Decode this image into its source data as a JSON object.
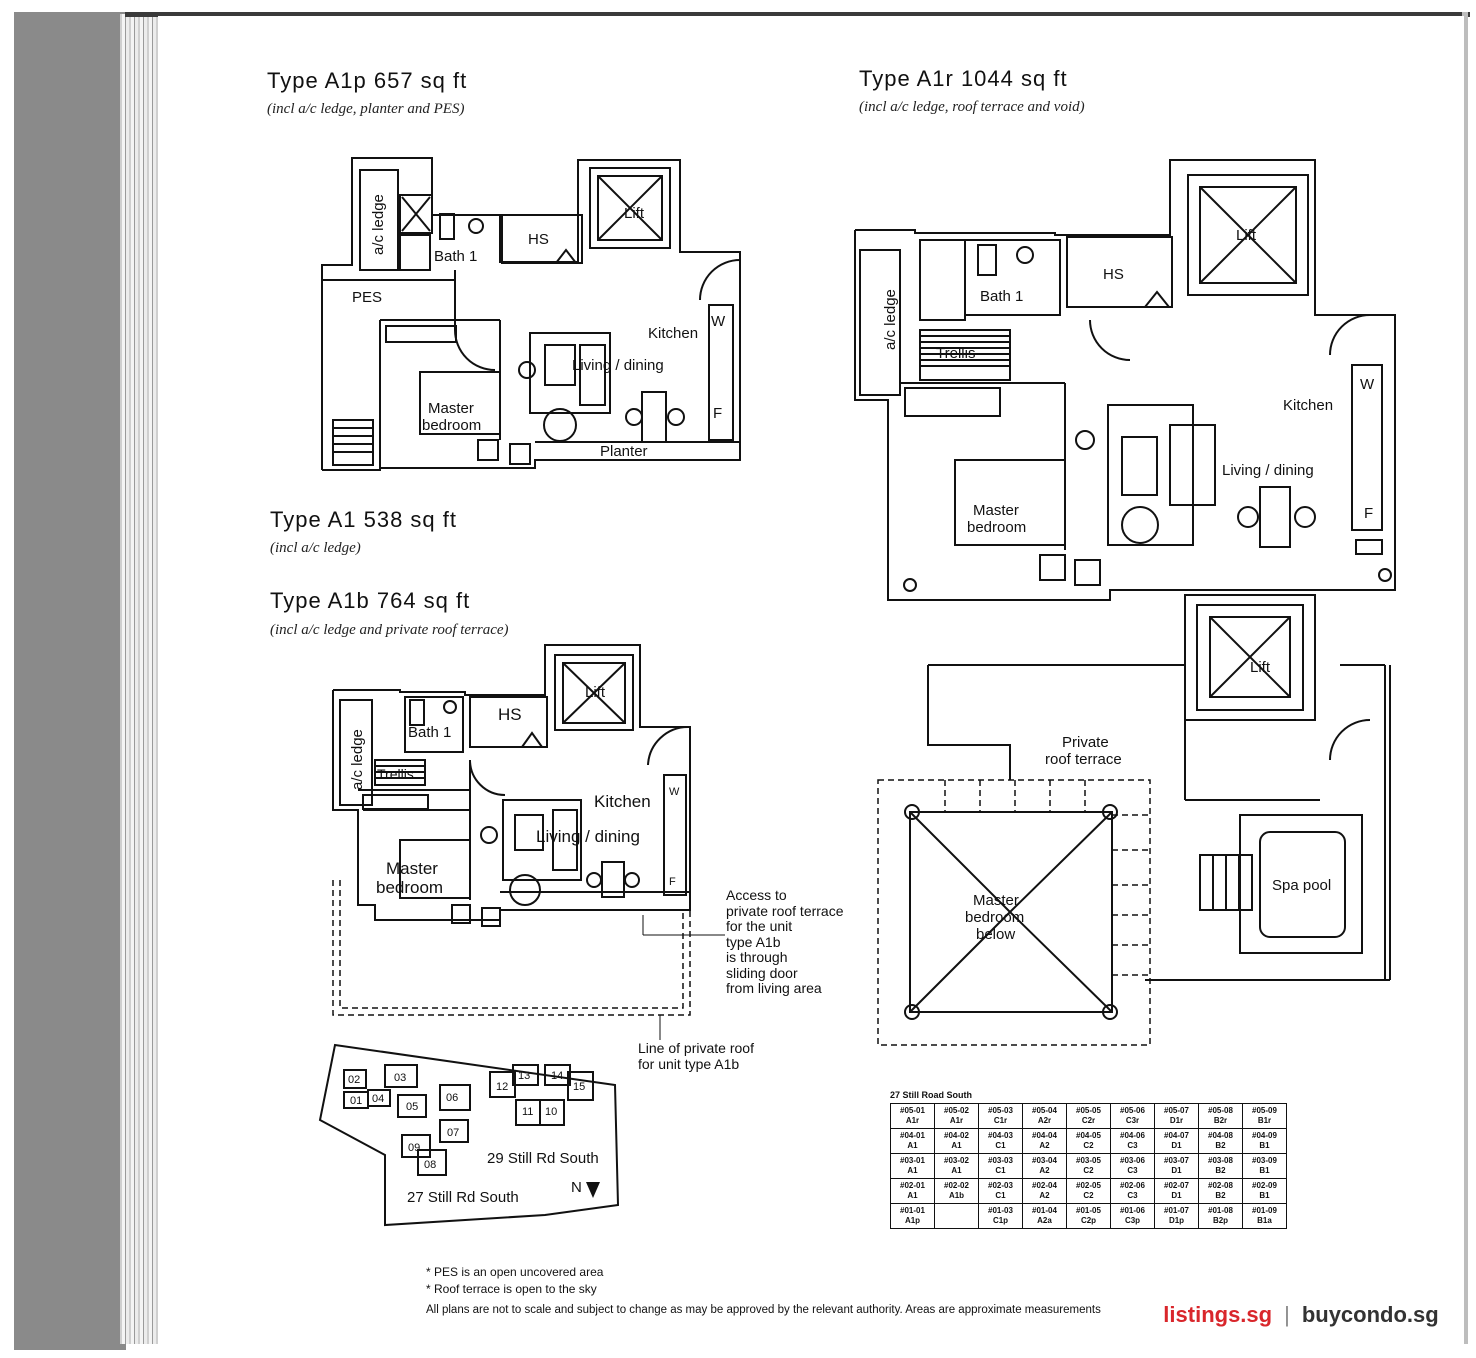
{
  "plans": {
    "a1p": {
      "title": "Type A1p 657 sq ft",
      "subtitle": "(incl a/c ledge, planter and PES)"
    },
    "a1r": {
      "title": "Type A1r 1044 sq ft",
      "subtitle": "(incl a/c ledge, roof terrace and void)"
    },
    "a1": {
      "title": "Type A1 538 sq ft",
      "subtitle": "(incl a/c ledge)"
    },
    "a1b": {
      "title": "Type A1b 764 sq ft",
      "subtitle": "(incl a/c ledge and private roof terrace)"
    }
  },
  "rooms": {
    "ac_ledge": "a/c ledge",
    "lift": "Lift",
    "hs": "HS",
    "bath1": "Bath 1",
    "pes": "PES",
    "kitchen": "Kitchen",
    "living_dining": "Living / dining",
    "master": "Master",
    "bedroom": "bedroom",
    "planter": "Planter",
    "trellis": "Trellis",
    "w": "W",
    "f": "F",
    "private": "Private",
    "roof_terrace": "roof terrace",
    "below": "below",
    "spa_pool": "Spa pool"
  },
  "annotations": {
    "access": [
      "Access to",
      "private roof terrace",
      "for the unit",
      "type A1b",
      "is through",
      "sliding door",
      "from living area"
    ],
    "line": [
      "Line of private roof",
      "for unit type A1b"
    ]
  },
  "site_plan": {
    "blocks": [
      "02",
      "03",
      "01",
      "04",
      "05",
      "06",
      "07",
      "09",
      "08",
      "12",
      "13",
      "14",
      "15",
      "11",
      "10"
    ],
    "road_29": "29 Still Rd South",
    "road_27": "27 Still Rd South",
    "north": "N"
  },
  "unit_table": {
    "caption": "27 Still Road South",
    "rows": [
      [
        [
          "#05-01",
          "A1r"
        ],
        [
          "#05-02",
          "A1r"
        ],
        [
          "#05-03",
          "C1r"
        ],
        [
          "#05-04",
          "A2r"
        ],
        [
          "#05-05",
          "C2r"
        ],
        [
          "#05-06",
          "C3r"
        ],
        [
          "#05-07",
          "D1r"
        ],
        [
          "#05-08",
          "B2r"
        ],
        [
          "#05-09",
          "B1r"
        ]
      ],
      [
        [
          "#04-01",
          "A1"
        ],
        [
          "#04-02",
          "A1"
        ],
        [
          "#04-03",
          "C1"
        ],
        [
          "#04-04",
          "A2"
        ],
        [
          "#04-05",
          "C2"
        ],
        [
          "#04-06",
          "C3"
        ],
        [
          "#04-07",
          "D1"
        ],
        [
          "#04-08",
          "B2"
        ],
        [
          "#04-09",
          "B1"
        ]
      ],
      [
        [
          "#03-01",
          "A1"
        ],
        [
          "#03-02",
          "A1"
        ],
        [
          "#03-03",
          "C1"
        ],
        [
          "#03-04",
          "A2"
        ],
        [
          "#03-05",
          "C2"
        ],
        [
          "#03-06",
          "C3"
        ],
        [
          "#03-07",
          "D1"
        ],
        [
          "#03-08",
          "B2"
        ],
        [
          "#03-09",
          "B1"
        ]
      ],
      [
        [
          "#02-01",
          "A1"
        ],
        [
          "#02-02",
          "A1b"
        ],
        [
          "#02-03",
          "C1"
        ],
        [
          "#02-04",
          "A2"
        ],
        [
          "#02-05",
          "C2"
        ],
        [
          "#02-06",
          "C3"
        ],
        [
          "#02-07",
          "D1"
        ],
        [
          "#02-08",
          "B2"
        ],
        [
          "#02-09",
          "B1"
        ]
      ],
      [
        [
          "#01-01",
          "A1p"
        ],
        [
          "",
          ""
        ],
        [
          "#01-03",
          "C1p"
        ],
        [
          "#01-04",
          "A2a"
        ],
        [
          "#01-05",
          "C2p"
        ],
        [
          "#01-06",
          "C3p"
        ],
        [
          "#01-07",
          "D1p"
        ],
        [
          "#01-08",
          "B2p"
        ],
        [
          "#01-09",
          "B1a"
        ]
      ]
    ]
  },
  "notes": [
    "* PES is an open uncovered area",
    "* Roof terrace is open to the sky"
  ],
  "footer": "All plans are not to scale and subject to change as may be approved by the relevant authority. Areas are approximate measurements",
  "watermark": {
    "site1": "listings.sg",
    "sep": "|",
    "site2": "buycondo.sg"
  }
}
